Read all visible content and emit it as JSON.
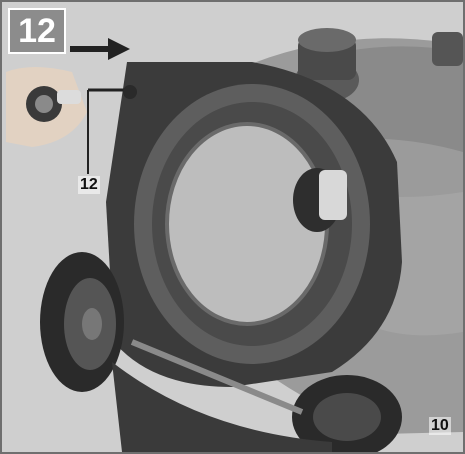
{
  "image": {
    "step_number": "12",
    "callouts": [
      {
        "id": "accessory",
        "label": "12"
      },
      {
        "id": "container",
        "label": "10"
      }
    ],
    "palette": {
      "background": "#c9c9c9",
      "housing": "#9a9a9a",
      "frame": "#3b3b3b",
      "arrow": "#222222"
    }
  }
}
